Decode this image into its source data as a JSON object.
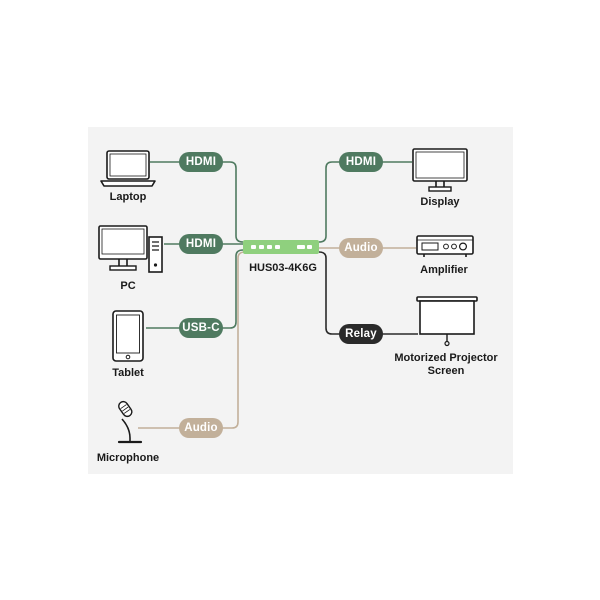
{
  "hub": {
    "model": "HUS03-4K6G"
  },
  "inputs": {
    "laptop": {
      "name": "Laptop",
      "connection": "HDMI"
    },
    "pc": {
      "name": "PC",
      "connection": "HDMI"
    },
    "tablet": {
      "name": "Tablet",
      "connection": "USB-C"
    },
    "microphone": {
      "name": "Microphone",
      "connection": "Audio"
    }
  },
  "outputs": {
    "display": {
      "name": "Display",
      "connection": "HDMI"
    },
    "amplifier": {
      "name": "Amplifier",
      "connection": "Audio"
    },
    "screen": {
      "name": "Motorized Projector Screen",
      "connection": "Relay"
    }
  },
  "colors": {
    "hdmi": "#4f7a60",
    "audio": "#c2b09a",
    "relay": "#2a2a2a",
    "hub": "#8fd07e",
    "panel": "#f3f3f3"
  }
}
